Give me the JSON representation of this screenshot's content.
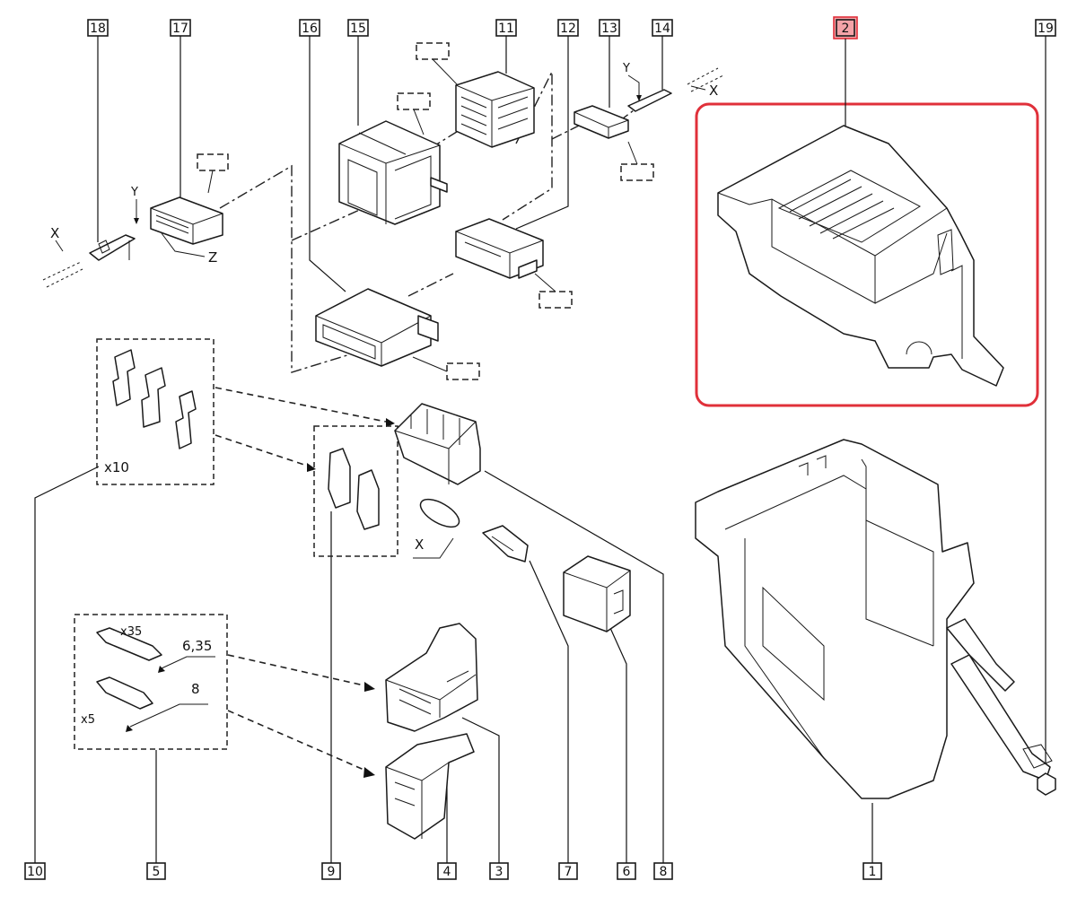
{
  "callouts": [
    {
      "id": "18",
      "label": "18"
    },
    {
      "id": "17",
      "label": "17"
    },
    {
      "id": "16",
      "label": "16"
    },
    {
      "id": "15",
      "label": "15"
    },
    {
      "id": "11",
      "label": "11"
    },
    {
      "id": "12",
      "label": "12"
    },
    {
      "id": "13",
      "label": "13"
    },
    {
      "id": "14",
      "label": "14"
    },
    {
      "id": "2",
      "label": "2"
    },
    {
      "id": "19",
      "label": "19"
    },
    {
      "id": "10",
      "label": "10"
    },
    {
      "id": "5",
      "label": "5"
    },
    {
      "id": "9",
      "label": "9"
    },
    {
      "id": "4",
      "label": "4"
    },
    {
      "id": "3",
      "label": "3"
    },
    {
      "id": "7",
      "label": "7"
    },
    {
      "id": "6",
      "label": "6"
    },
    {
      "id": "8",
      "label": "8"
    },
    {
      "id": "1",
      "label": "1"
    }
  ],
  "highlight": {
    "callout": "2",
    "color": "#e0303a",
    "fill": "#f4a3a8"
  },
  "labels": {
    "x_left": "X",
    "y_left": "Y",
    "z_left": "Z",
    "y_right": "Y",
    "x_right": "X",
    "x_mid": "X",
    "qty_x10": "x10",
    "qty_x35": "x35",
    "qty_x5": "x5",
    "size_635": "6,35",
    "size_8": "8"
  }
}
